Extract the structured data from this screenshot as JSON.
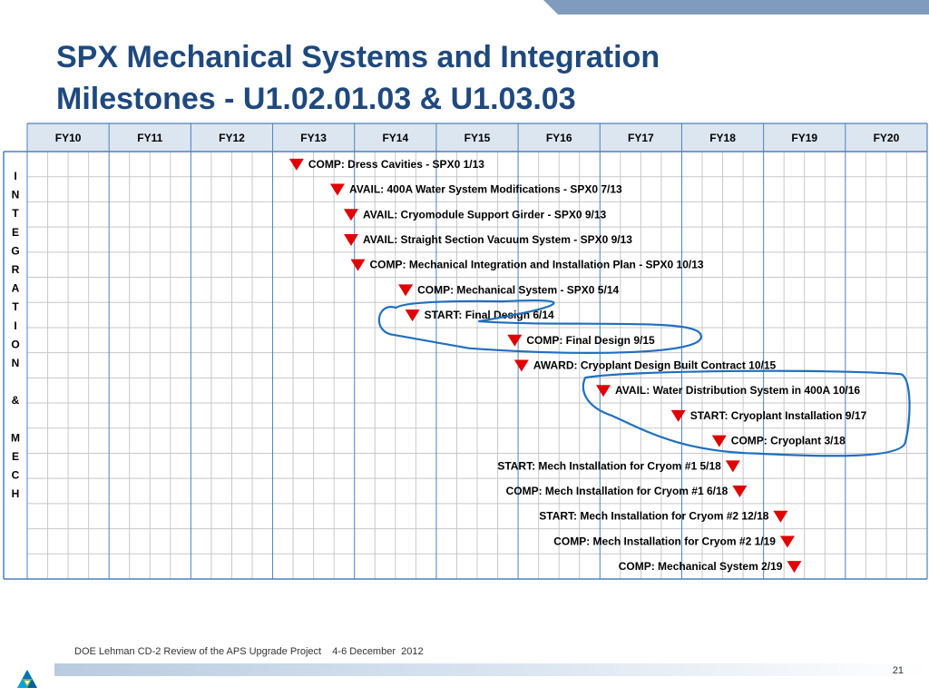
{
  "title_lines": [
    "SPX Mechanical Systems and Integration",
    "Milestones - U1.02.01.03 & U1.03.03"
  ],
  "footer": {
    "text": "DOE Lehman CD-2 Review of the APS Upgrade Project    4-6 December  2012",
    "page_number": "21"
  },
  "colors": {
    "title": "#1f497d",
    "header_fill": "#dce6f1",
    "frame": "#4f81bd",
    "milestone": "#e00000",
    "ink_circle": "#1f6fbf"
  },
  "icons": {
    "milestone": "down-triangle-icon",
    "logo": "argonne-logo-icon"
  },
  "chart_data": {
    "type": "table",
    "fiscal_years": [
      "FY10",
      "FY11",
      "FY12",
      "FY13",
      "FY14",
      "FY15",
      "FY16",
      "FY17",
      "FY18",
      "FY19",
      "FY20"
    ],
    "quarters_per_year": 4,
    "side_label": [
      "I",
      "N",
      "T",
      "E",
      "G",
      "R",
      "A",
      "T",
      "I",
      "O",
      "N",
      "",
      "&",
      "",
      "M",
      "E",
      "C",
      "H"
    ],
    "milestones": [
      {
        "label": "COMP: Dress Cavities - SPX0 1/13",
        "date": "1/13",
        "label_side": "right"
      },
      {
        "label": "AVAIL: 400A Water System Modifications - SPX0 7/13",
        "date": "7/13",
        "label_side": "right"
      },
      {
        "label": "AVAIL: Cryomodule Support Girder - SPX0 9/13",
        "date": "9/13",
        "label_side": "right"
      },
      {
        "label": "AVAIL: Straight Section Vacuum System - SPX0 9/13",
        "date": "9/13",
        "label_side": "right"
      },
      {
        "label": "COMP: Mechanical Integration and Installation Plan - SPX0 10/13",
        "date": "10/13",
        "label_side": "right"
      },
      {
        "label": "COMP: Mechanical System - SPX0 5/14",
        "date": "5/14",
        "label_side": "right"
      },
      {
        "label": "START: Final Design 6/14",
        "date": "6/14",
        "label_side": "right"
      },
      {
        "label": "COMP: Final Design 9/15",
        "date": "9/15",
        "label_side": "right"
      },
      {
        "label": "AWARD: Cryoplant Design Built Contract 10/15",
        "date": "10/15",
        "label_side": "right"
      },
      {
        "label": "AVAIL: Water Distribution System in 400A 10/16",
        "date": "10/16",
        "label_side": "right"
      },
      {
        "label": "START: Cryoplant Installation 9/17",
        "date": "9/17",
        "label_side": "right"
      },
      {
        "label": "COMP: Cryoplant 3/18",
        "date": "3/18",
        "label_side": "right"
      },
      {
        "label": "START: Mech Installation for Cryom #1 5/18",
        "date": "5/18",
        "label_side": "left"
      },
      {
        "label": "COMP: Mech Installation for Cryom #1 6/18",
        "date": "6/18",
        "label_side": "left"
      },
      {
        "label": "START: Mech Installation for Cryom #2 12/18",
        "date": "12/18",
        "label_side": "left"
      },
      {
        "label": "COMP: Mech Installation for Cryom #2 1/19",
        "date": "1/19",
        "label_side": "left"
      },
      {
        "label": "COMP: Mechanical System 2/19",
        "date": "2/19",
        "label_side": "left"
      }
    ]
  }
}
